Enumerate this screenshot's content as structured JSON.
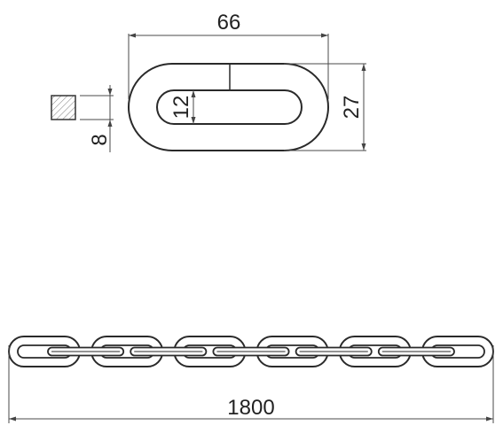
{
  "dimensions": {
    "link_length": "66",
    "link_width": "27",
    "inner_width": "12",
    "bar_thickness": "8",
    "chain_length": "1800"
  },
  "chain": {
    "link_count": 6
  }
}
